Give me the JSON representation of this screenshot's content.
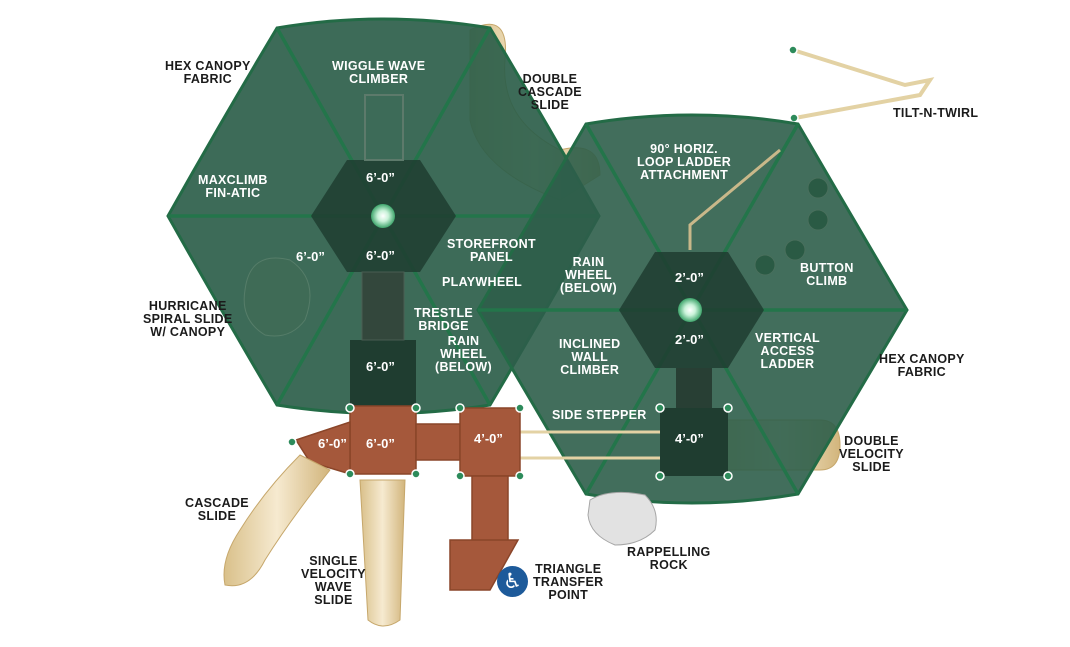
{
  "labels": {
    "hex_canopy_fabric_left": "HEX CANOPY\nFABRIC",
    "wiggle_wave_climber": "WIGGLE WAVE\nCLIMBER",
    "double_cascade_slide": "DOUBLE\nCASCADE\nSLIDE",
    "tilt_n_twirl": "TILT-N-TWIRL",
    "loop_ladder": "90° HORIZ.\nLOOP LADDER\nATTACHMENT",
    "maxclimb_fin_atic": "MAXCLIMB\nFIN-ATIC",
    "storefront_panel": "STOREFRONT\nPANEL",
    "playwheel": "PLAYWHEEL",
    "rain_wheel_right": "RAIN\nWHEEL\n(BELOW)",
    "button_climb": "BUTTON\nCLIMB",
    "hurricane_spiral_slide": "HURRICANE\nSPIRAL SLIDE\nW/ CANOPY",
    "trestle_bridge": "TRESTLE\nBRIDGE",
    "rain_wheel_left": "RAIN\nWHEEL\n(BELOW)",
    "inclined_wall_climber": "INCLINED\nWALL\nCLIMBER",
    "vertical_access_ladder": "VERTICAL\nACCESS\nLADDER",
    "hex_canopy_fabric_right": "HEX CANOPY\nFABRIC",
    "side_stepper": "SIDE STEPPER",
    "double_velocity_slide": "DOUBLE\nVELOCITY\nSLIDE",
    "cascade_slide": "CASCADE\nSLIDE",
    "single_velocity_wave_slide": "SINGLE\nVELOCITY\nWAVE\nSLIDE",
    "rappelling_rock": "RAPPELLING\nROCK",
    "triangle_transfer_point": "TRIANGLE\nTRANSFER\nPOINT"
  },
  "dimensions": {
    "left_hex_top": "6’-0”",
    "left_hex_bottom": "6’-0”",
    "left_hex_side": "6’-0”",
    "left_tower": "6’-0”",
    "deck_left": "6’-0”",
    "deck_center": "6’-0”",
    "deck_small": "4’-0”",
    "right_hex_top": "2’-0”",
    "right_hex_bottom": "2’-0”",
    "right_deck": "4’-0”"
  },
  "icons": {
    "accessibility": "wheelchair-icon"
  },
  "colors": {
    "canopy": "#2d5e4a",
    "canopy_rib": "#236b46",
    "deck_dark": "#1f3d30",
    "deck_brown": "#a5583b",
    "slide_tan": "#e9d7a6",
    "accessibility_blue": "#1d5a9a"
  }
}
